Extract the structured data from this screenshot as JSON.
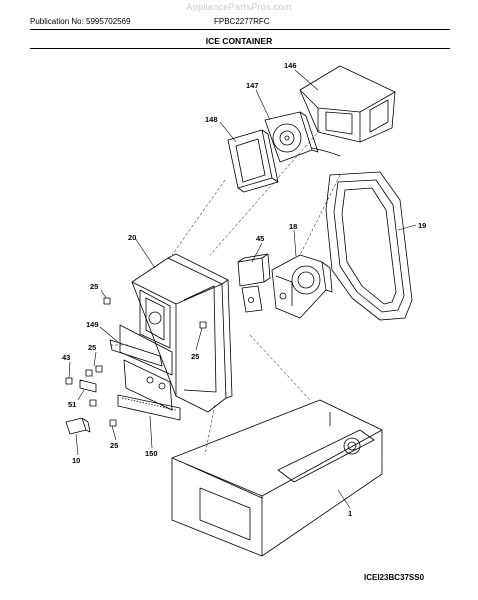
{
  "header": {
    "watermark": "AppliancePartsPros.com",
    "publication": "Publication No: 5995702569",
    "model": "FPBC2277RFC",
    "title": "ICE CONTAINER"
  },
  "callouts": {
    "p146": "146",
    "p147": "147",
    "p148": "148",
    "p19": "19",
    "p20": "20",
    "p45": "45",
    "p18": "18",
    "p25a": "25",
    "p149": "149",
    "p25b": "25",
    "p25c": "25",
    "p43": "43",
    "p51": "51",
    "p25d": "25",
    "p10": "10",
    "p150": "150",
    "p1": "1"
  },
  "footer": {
    "code": "ICEI23BC37SS0"
  }
}
